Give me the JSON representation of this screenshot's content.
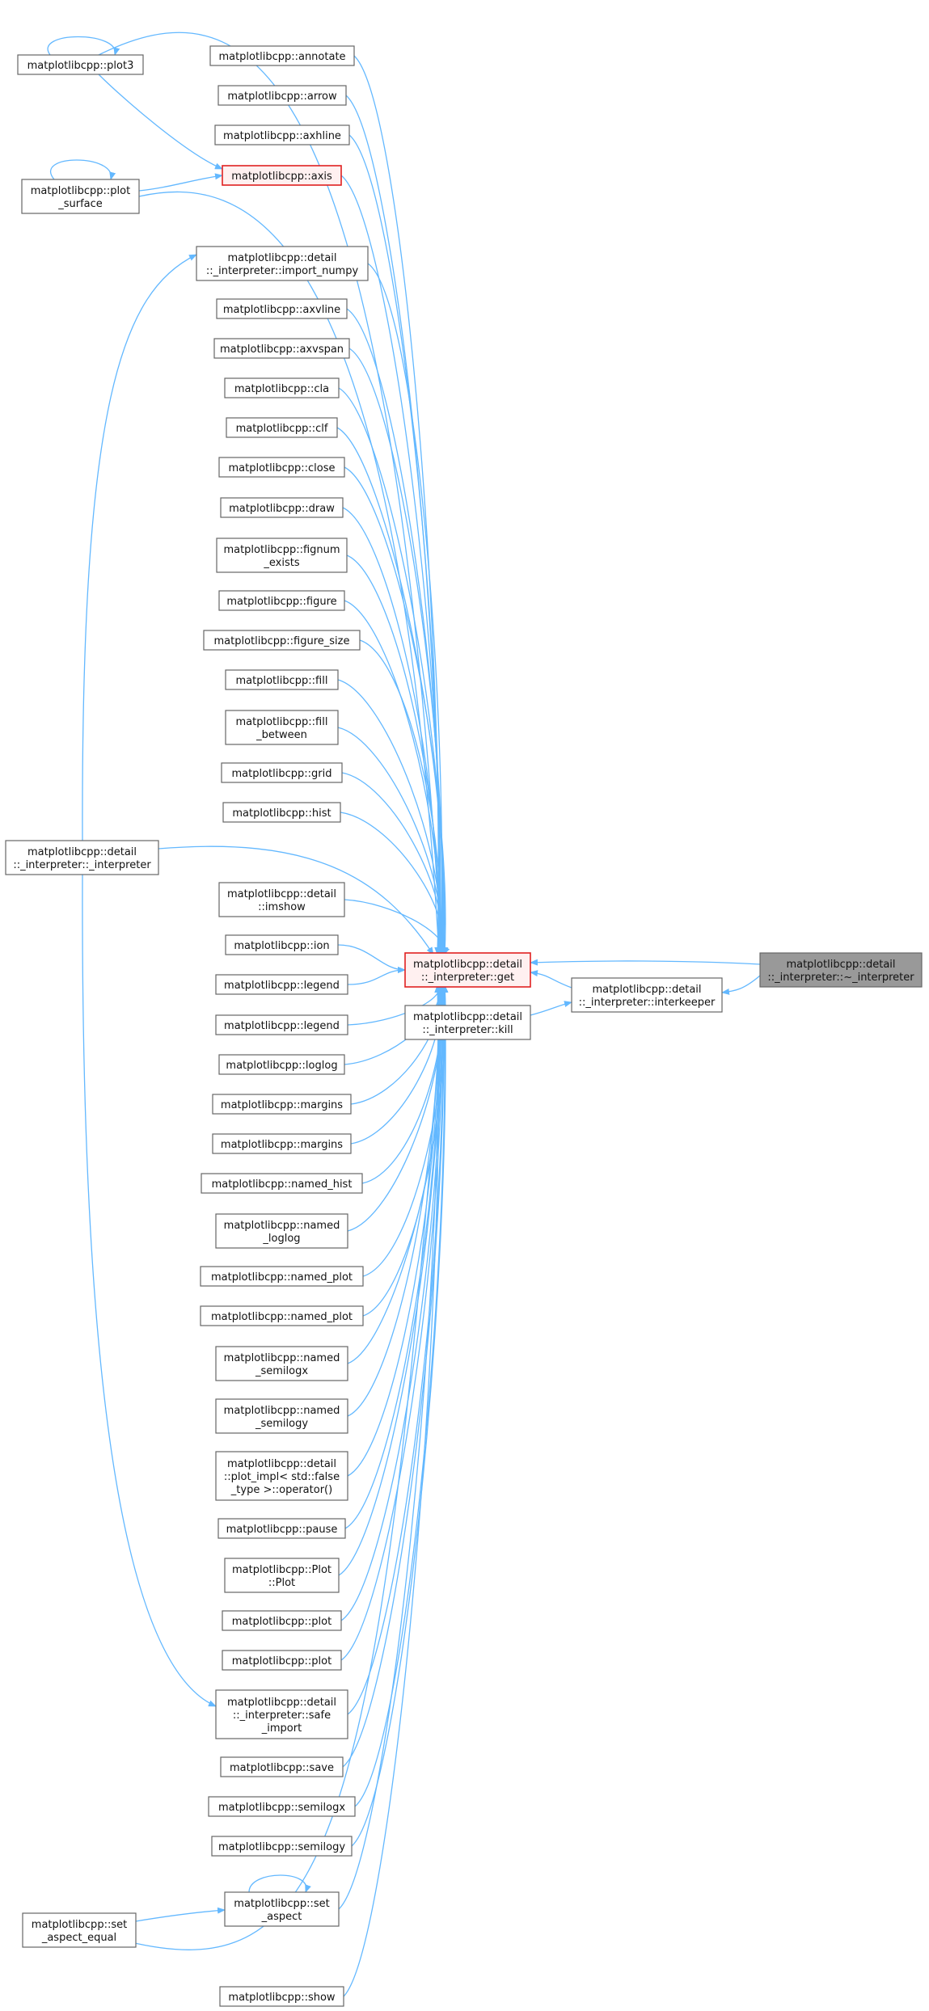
{
  "graph": {
    "colors": {
      "edge": "#63b8ff",
      "node_border": "#666666",
      "focus_border": "#e02020",
      "focus_fill": "#fff0f0",
      "root_fill": "#999999"
    },
    "nodes": [
      {
        "id": "plot3",
        "lines": [
          "matplotlibcpp::plot3"
        ]
      },
      {
        "id": "plot_surface",
        "lines": [
          "matplotlibcpp::plot",
          "_surface"
        ]
      },
      {
        "id": "interp_ctor",
        "lines": [
          "matplotlibcpp::detail",
          "::_interpreter::_interpreter"
        ]
      },
      {
        "id": "set_aspect_equal",
        "lines": [
          "matplotlibcpp::set",
          "_aspect_equal"
        ]
      },
      {
        "id": "annotate",
        "lines": [
          "matplotlibcpp::annotate"
        ]
      },
      {
        "id": "arrow",
        "lines": [
          "matplotlibcpp::arrow"
        ]
      },
      {
        "id": "axhline",
        "lines": [
          "matplotlibcpp::axhline"
        ]
      },
      {
        "id": "axis",
        "lines": [
          "matplotlibcpp::axis"
        ],
        "style": "focus-border"
      },
      {
        "id": "import_numpy",
        "lines": [
          "matplotlibcpp::detail",
          "::_interpreter::import_numpy"
        ]
      },
      {
        "id": "axvline",
        "lines": [
          "matplotlibcpp::axvline"
        ]
      },
      {
        "id": "axvspan",
        "lines": [
          "matplotlibcpp::axvspan"
        ]
      },
      {
        "id": "cla",
        "lines": [
          "matplotlibcpp::cla"
        ]
      },
      {
        "id": "clf",
        "lines": [
          "matplotlibcpp::clf"
        ]
      },
      {
        "id": "close",
        "lines": [
          "matplotlibcpp::close"
        ]
      },
      {
        "id": "draw",
        "lines": [
          "matplotlibcpp::draw"
        ]
      },
      {
        "id": "fignum_exists",
        "lines": [
          "matplotlibcpp::fignum",
          "_exists"
        ]
      },
      {
        "id": "figure",
        "lines": [
          "matplotlibcpp::figure"
        ]
      },
      {
        "id": "figure_size",
        "lines": [
          "matplotlibcpp::figure_size"
        ]
      },
      {
        "id": "fill",
        "lines": [
          "matplotlibcpp::fill"
        ]
      },
      {
        "id": "fill_between",
        "lines": [
          "matplotlibcpp::fill",
          "_between"
        ]
      },
      {
        "id": "grid",
        "lines": [
          "matplotlibcpp::grid"
        ]
      },
      {
        "id": "hist",
        "lines": [
          "matplotlibcpp::hist"
        ]
      },
      {
        "id": "imshow",
        "lines": [
          "matplotlibcpp::detail",
          "::imshow"
        ]
      },
      {
        "id": "ion",
        "lines": [
          "matplotlibcpp::ion"
        ]
      },
      {
        "id": "legend1",
        "lines": [
          "matplotlibcpp::legend"
        ]
      },
      {
        "id": "legend2",
        "lines": [
          "matplotlibcpp::legend"
        ]
      },
      {
        "id": "loglog",
        "lines": [
          "matplotlibcpp::loglog"
        ]
      },
      {
        "id": "margins1",
        "lines": [
          "matplotlibcpp::margins"
        ]
      },
      {
        "id": "margins2",
        "lines": [
          "matplotlibcpp::margins"
        ]
      },
      {
        "id": "named_hist",
        "lines": [
          "matplotlibcpp::named_hist"
        ]
      },
      {
        "id": "named_loglog",
        "lines": [
          "matplotlibcpp::named",
          "_loglog"
        ]
      },
      {
        "id": "named_plot1",
        "lines": [
          "matplotlibcpp::named_plot"
        ]
      },
      {
        "id": "named_plot2",
        "lines": [
          "matplotlibcpp::named_plot"
        ]
      },
      {
        "id": "named_semilogx",
        "lines": [
          "matplotlibcpp::named",
          "_semilogx"
        ]
      },
      {
        "id": "named_semilogy",
        "lines": [
          "matplotlibcpp::named",
          "_semilogy"
        ]
      },
      {
        "id": "plot_impl",
        "lines": [
          "matplotlibcpp::detail",
          "::plot_impl< std::false",
          "_type >::operator()"
        ]
      },
      {
        "id": "pause",
        "lines": [
          "matplotlibcpp::pause"
        ]
      },
      {
        "id": "plot_ctor",
        "lines": [
          "matplotlibcpp::Plot",
          "::Plot"
        ]
      },
      {
        "id": "plot1",
        "lines": [
          "matplotlibcpp::plot"
        ]
      },
      {
        "id": "plot2",
        "lines": [
          "matplotlibcpp::plot"
        ]
      },
      {
        "id": "safe_import",
        "lines": [
          "matplotlibcpp::detail",
          "::_interpreter::safe",
          "_import"
        ]
      },
      {
        "id": "save",
        "lines": [
          "matplotlibcpp::save"
        ]
      },
      {
        "id": "semilogx",
        "lines": [
          "matplotlibcpp::semilogx"
        ]
      },
      {
        "id": "semilogy",
        "lines": [
          "matplotlibcpp::semilogy"
        ]
      },
      {
        "id": "set_aspect",
        "lines": [
          "matplotlibcpp::set",
          "_aspect"
        ]
      },
      {
        "id": "show",
        "lines": [
          "matplotlibcpp::show"
        ]
      },
      {
        "id": "get",
        "lines": [
          "matplotlibcpp::detail",
          "::_interpreter::get"
        ],
        "style": "focus"
      },
      {
        "id": "kill",
        "lines": [
          "matplotlibcpp::detail",
          "::_interpreter::kill"
        ]
      },
      {
        "id": "interkeeper",
        "lines": [
          "matplotlibcpp::detail",
          "::_interpreter::interkeeper"
        ]
      },
      {
        "id": "dtor",
        "lines": [
          "matplotlibcpp::detail",
          "::_interpreter::~_interpreter"
        ],
        "style": "root"
      }
    ]
  }
}
